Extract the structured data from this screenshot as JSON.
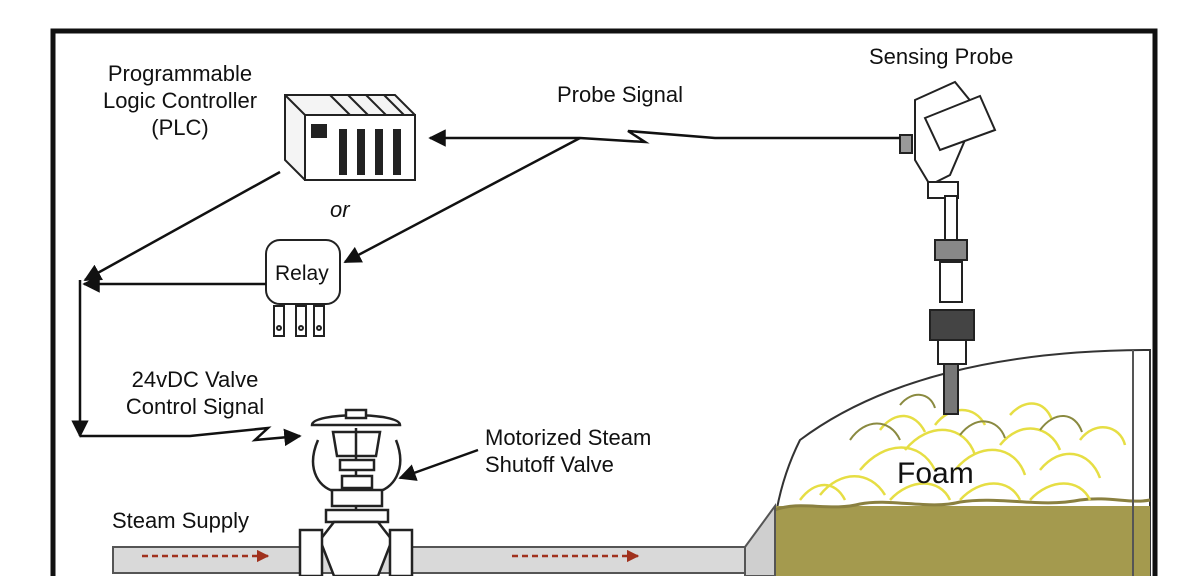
{
  "labels": {
    "plc_line1": "Programmable",
    "plc_line2": "Logic Controller",
    "plc_line3": "(PLC)",
    "or": "or",
    "relay": "Relay",
    "probe_signal": "Probe Signal",
    "sensing_probe": "Sensing Probe",
    "valve_signal_line1": "24vDC Valve",
    "valve_signal_line2": "Control Signal",
    "valve_line1": "Motorized Steam",
    "valve_line2": "Shutoff Valve",
    "steam_supply": "Steam Supply",
    "foam": "Foam"
  },
  "colors": {
    "frame": "#111111",
    "wire": "#111111",
    "steam_arrow": "#a0321e",
    "pipe": "#d9d9d9",
    "tank_liquid": "#a49a4e",
    "foam": "#e8e25a"
  }
}
